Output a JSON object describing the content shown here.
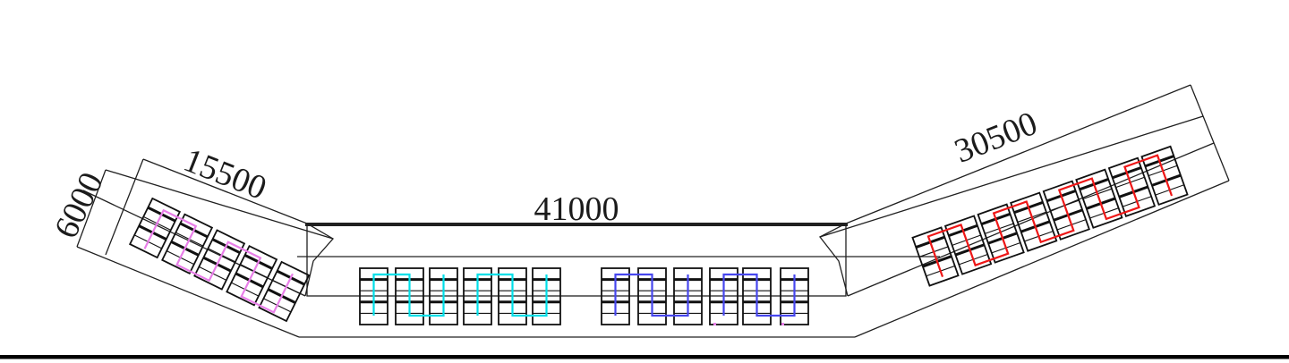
{
  "drawing": {
    "background": "#ffffff",
    "line_color": "#202020",
    "bottom_bar_color": "#000000"
  },
  "dimensions": {
    "left_depth": "6000",
    "left_length": "15500",
    "middle_length": "41000",
    "right_length": "30500"
  },
  "roofs": {
    "left": {
      "panel_count": 5,
      "string_color": "#e87ee8"
    },
    "middle_left": {
      "panel_count": 6,
      "string_color": "#00dfe8"
    },
    "middle_right": {
      "panel_count": 6,
      "string_color": "#4646ee"
    },
    "right": {
      "panel_count": 8,
      "string_color": "#ee1717"
    }
  }
}
